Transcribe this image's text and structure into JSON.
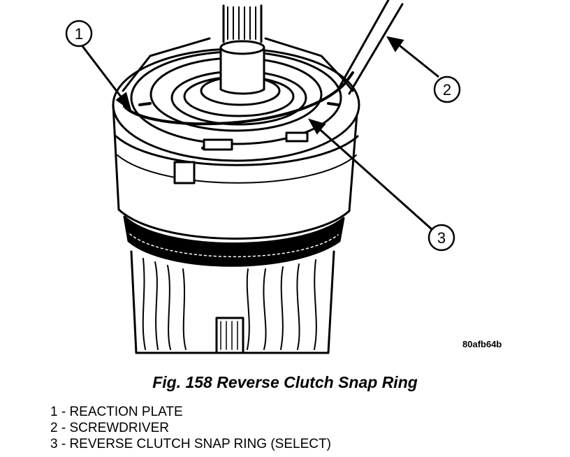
{
  "figure": {
    "code": "80afb64b",
    "callouts": [
      {
        "number": "1"
      },
      {
        "number": "2"
      },
      {
        "number": "3"
      }
    ]
  },
  "caption": "Fig. 158 Reverse Clutch Snap Ring",
  "legend": [
    "1 - REACTION PLATE",
    "2 - SCREWDRIVER",
    "3 - REVERSE CLUTCH SNAP RING (SELECT)"
  ]
}
